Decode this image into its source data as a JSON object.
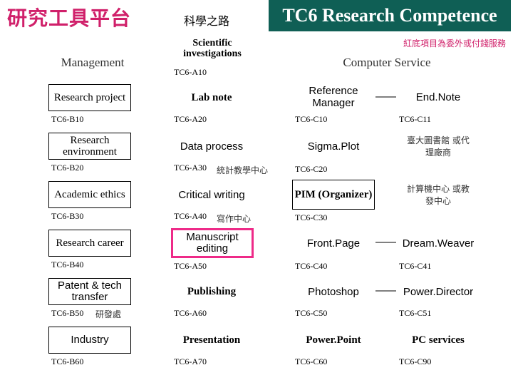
{
  "header": {
    "title_cn": "研究工具平台",
    "subtitle": "科學之路",
    "banner": "TC6 Research Competence",
    "note": "紅底項目為委外或付錢服務"
  },
  "columns": {
    "management": "Management",
    "scientific": "Scientific investigations",
    "computer": "Computer Service"
  },
  "codes": {
    "a10": "TC6-A10"
  },
  "col_b": [
    {
      "label": "Research project",
      "code": "TC6-B10"
    },
    {
      "label": "Research environment",
      "code": "TC6-B20"
    },
    {
      "label": "Academic ethics",
      "code": "TC6-B30"
    },
    {
      "label": "Research career",
      "code": "TC6-B40"
    },
    {
      "label": "Patent & tech transfer",
      "code": "TC6-B50",
      "note": "研發處"
    },
    {
      "label": "Industry",
      "code": "TC6-B60"
    }
  ],
  "col_a": [
    {
      "label": "Lab note",
      "code": "TC6-A20"
    },
    {
      "label": "Data process",
      "code": "TC6-A30",
      "note": "統計教學中心"
    },
    {
      "label": "Critical writing",
      "code": "TC6-A40",
      "note": "寫作中心"
    },
    {
      "label": "Manuscript editing",
      "code": "TC6-A50"
    },
    {
      "label": "Publishing",
      "code": "TC6-A60"
    },
    {
      "label": "Presentation",
      "code": "TC6-A70"
    }
  ],
  "col_c": [
    {
      "label": "Reference Manager",
      "code": "TC6-C10"
    },
    {
      "label": "Sigma.Plot",
      "code": "TC6-C20"
    },
    {
      "label": "PIM (Organizer)",
      "code": "TC6-C30"
    },
    {
      "label": "Front.Page",
      "code": "TC6-C40"
    },
    {
      "label": "Photoshop",
      "code": "TC6-C50"
    },
    {
      "label": "Power.Point",
      "code": "TC6-C60"
    }
  ],
  "col_d": [
    {
      "label": "End.Note",
      "code": "TC6-C11"
    },
    {
      "label": "臺大圖書館 或代理廠商",
      "code": ""
    },
    {
      "label": "計算機中心 或教發中心",
      "code": ""
    },
    {
      "label": "Dream.Weaver",
      "code": "TC6-C41"
    },
    {
      "label": "Power.Director",
      "code": "TC6-C51"
    },
    {
      "label": "PC services",
      "code": "TC6-C90"
    }
  ],
  "colors": {
    "title": "#d0206a",
    "banner": "#0f5f55",
    "highlight": "#ee2a88"
  }
}
